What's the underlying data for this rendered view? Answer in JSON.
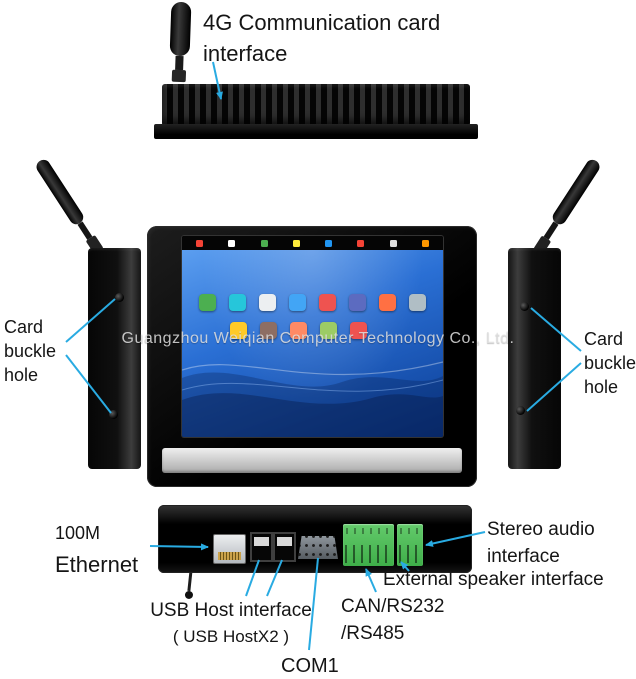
{
  "watermark": "Guangzhou Weiqian Computer Technology Co., Ltd.",
  "callouts": {
    "top_interface": "4G Communication card interface",
    "card_buckle_left": "Card buckle hole",
    "card_buckle_right": "Card buckle hole",
    "ethernet_line1": "100M",
    "ethernet_line2": "Ethernet",
    "usb_line1": "USB Host interface",
    "usb_line2": "( USB HostX2 )",
    "com1": "COM1",
    "can_line1": "CAN/RS232",
    "can_line2": "/RS485",
    "stereo_line1": "Stereo audio",
    "stereo_line2": "interface",
    "speaker": "External speaker interface"
  },
  "colors": {
    "callout_line": "#29abe2",
    "label_text": "#151515",
    "device_body": "#0d0d0d",
    "screen_blue": "#1b5fc2",
    "terminal_green": "#3fae49",
    "front_strip_silver": "#c9c9c9"
  },
  "screen": {
    "status_icons": [
      {
        "name": "notification-icon",
        "color": "#f44336"
      },
      {
        "name": "notification-icon",
        "color": "#ffffff"
      },
      {
        "name": "notification-icon",
        "color": "#4caf50"
      },
      {
        "name": "notification-icon",
        "color": "#ffeb3b"
      },
      {
        "name": "notification-icon",
        "color": "#2196f3"
      },
      {
        "name": "notification-icon",
        "color": "#f44336"
      },
      {
        "name": "notification-icon",
        "color": "#e0e0e0"
      },
      {
        "name": "notification-icon",
        "color": "#ff9800"
      }
    ],
    "dock_icons": [
      {
        "name": "phone-icon",
        "color": "#4caf50"
      },
      {
        "name": "contacts-icon",
        "color": "#26c6da"
      },
      {
        "name": "messaging-icon",
        "color": "#eceff1"
      },
      {
        "name": "browser-icon",
        "color": "#42a5f5"
      },
      {
        "name": "gallery-icon",
        "color": "#ef5350"
      },
      {
        "name": "play-store-icon",
        "color": "#5c6bc0"
      },
      {
        "name": "music-icon",
        "color": "#ff7043"
      },
      {
        "name": "settings-icon",
        "color": "#b0bec5"
      }
    ],
    "app_icons": [
      {
        "name": "email-icon",
        "color": "#ffca28"
      },
      {
        "name": "file-manager-icon",
        "color": "#8d6e63"
      },
      {
        "name": "clock-icon",
        "color": "#ff8a65"
      },
      {
        "name": "calculator-icon",
        "color": "#9ccc65"
      },
      {
        "name": "downloads-icon",
        "color": "#ef5350"
      }
    ]
  }
}
